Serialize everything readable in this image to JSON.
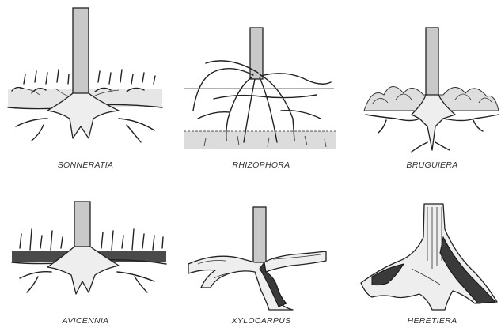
{
  "labels": {
    "sonneratia": "SONNERATIA",
    "rhizophora": "RHIZOPHORA",
    "bruguiera": "BRUGUIERA",
    "avicennia": "AVICENNIA",
    "xylocarpus": "XYLOCARPUS",
    "heretiera": "HERETIERA"
  }
}
